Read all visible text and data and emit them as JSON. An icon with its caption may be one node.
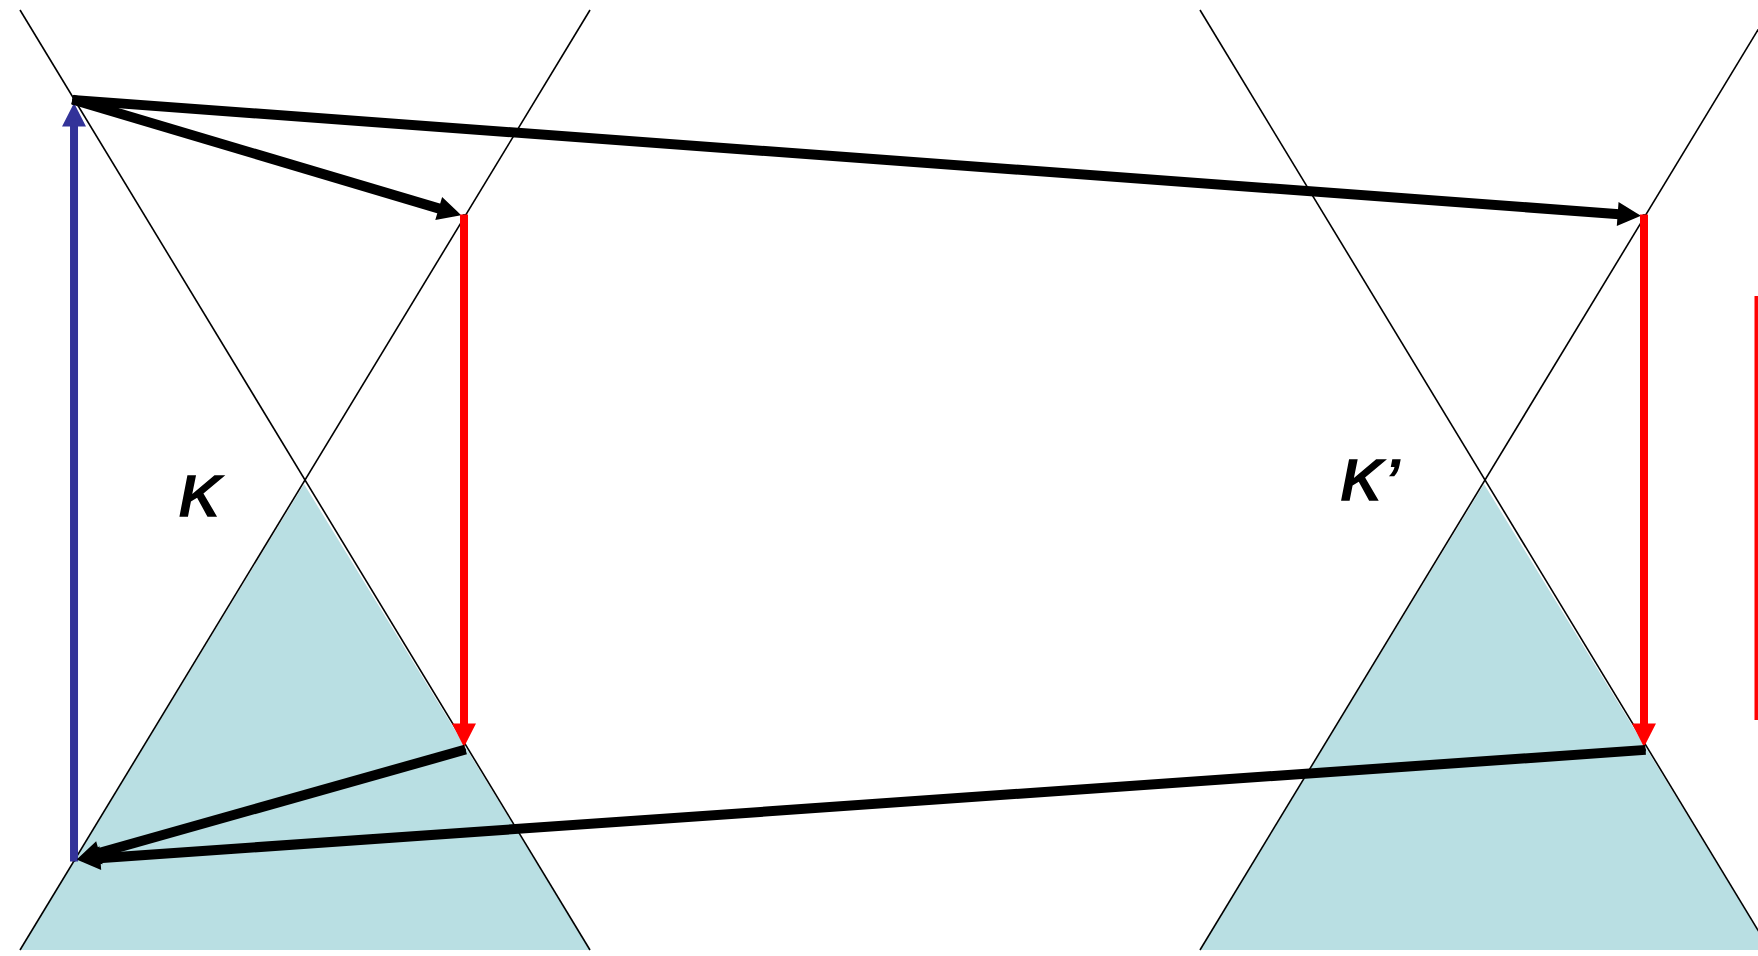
{
  "diagram": {
    "nodes": [
      {
        "text": [],
        "shape": "point"
      },
      {
        "text": [],
        "shape": "point"
      },
      {
        "text": [],
        "shape": "point"
      },
      {
        "text": [],
        "shape": "point"
      },
      {
        "text": [],
        "shape": "point"
      },
      {
        "text": [],
        "shape": "point"
      }
    ],
    "edges": [
      {
        "from": 3,
        "to": 0,
        "arrow": "to",
        "color": "#333399"
      },
      {
        "from": 0,
        "to": 1,
        "arrow": "to"
      },
      {
        "from": 0,
        "to": 4,
        "arrow": "to"
      },
      {
        "from": 1,
        "to": 2,
        "arrow": "to",
        "color": "#ff0000"
      },
      {
        "from": 4,
        "to": 5,
        "arrow": "to",
        "color": "#ff0000"
      },
      {
        "from": 2,
        "to": 3,
        "arrow": "to"
      },
      {
        "from": 5,
        "to": 3,
        "arrow": "to"
      }
    ],
    "labels": [
      "K",
      "K’"
    ]
  }
}
